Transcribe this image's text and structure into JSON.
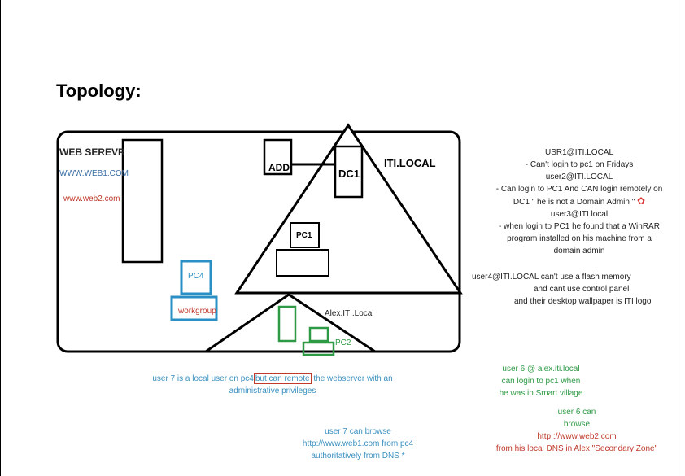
{
  "page": {
    "title": "Topology:"
  },
  "diagram": {
    "web_server": {
      "label": "WEB SEREVR",
      "sites": [
        "WWW.WEB1.COM",
        "www.web2.com"
      ]
    },
    "add_label": "ADD",
    "dc1_label": "DC1",
    "domain_label": "ITI.LOCAL",
    "pc1_label": "PC1",
    "pc4_label": "PC4",
    "workgroup_label": "workgroup",
    "subdomain_label": "Alex.ITI.Local",
    "pc2_label": "PC2",
    "colors": {
      "black": "#000000",
      "blue": "#2a8fc4",
      "green": "#2e9a45",
      "red": "#c0392b"
    }
  },
  "notes": {
    "users_block": [
      "USR1@ITI.LOCAL",
      "- Can't login to pc1 on Fridays",
      "user2@ITI.LOCAL",
      "- Can login to PC1 And CAN login remotely on",
      "DC1 \" he is not a Domain Admin \"",
      "user3@ITI.local",
      "- when login to PC1 he found  that a WinRAR",
      "program installed on his machine from a",
      "domain admin"
    ],
    "user4_block": [
      "user4@ITI.LOCAL   can't use a flash memory",
      "and cant use control panel",
      "and their desktop wallpaper is ITI logo"
    ],
    "user7_remote": {
      "before": "user 7 is a local user on pc4",
      "highlight": "but can remote",
      "after": " the webserver with an",
      "line2": "administrative  privileges"
    },
    "user7_browse": [
      "user 7 can browse",
      "http://www.web1.com from pc4",
      "authoritatively from DNS *"
    ],
    "user6_login": [
      "user 6 @ alex.iti.local",
      "can login to pc1 when",
      "he was in Smart village"
    ],
    "user6_browse": [
      "user 6 can",
      "browse",
      "http ://www.web2.com",
      "from his local DNS in Alex \"Secondary Zone\""
    ]
  }
}
